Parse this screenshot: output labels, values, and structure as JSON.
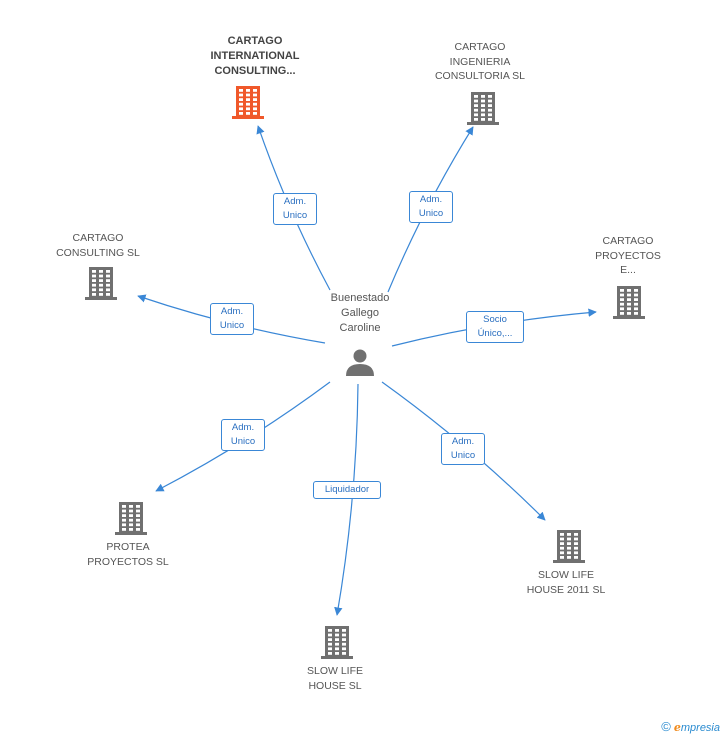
{
  "center": {
    "name": "Buenestado\nGallego\nCaroline"
  },
  "companies": [
    {
      "id": "cic",
      "name": "CARTAGO\nINTERNATIONAL\nCONSULTING...",
      "highlight": true
    },
    {
      "id": "cics",
      "name": "CARTAGO\nINGENIERIA\nCONSULTORIA SL",
      "highlight": false
    },
    {
      "id": "cc",
      "name": "CARTAGO\nCONSULTING SL",
      "highlight": false
    },
    {
      "id": "cp",
      "name": "CARTAGO\nPROYECTOS\nE...",
      "highlight": false
    },
    {
      "id": "pp",
      "name": "PROTEA\nPROYECTOS SL",
      "highlight": false
    },
    {
      "id": "slh2011",
      "name": "SLOW LIFE\nHOUSE 2011 SL",
      "highlight": false
    },
    {
      "id": "slh",
      "name": "SLOW LIFE\nHOUSE SL",
      "highlight": false
    }
  ],
  "relations": [
    {
      "to": "cic",
      "label": "Adm.\nUnico"
    },
    {
      "to": "cics",
      "label": "Adm.\nUnico"
    },
    {
      "to": "cc",
      "label": "Adm.\nUnico"
    },
    {
      "to": "cp",
      "label": "Socio\nÚnico,..."
    },
    {
      "to": "pp",
      "label": "Adm.\nUnico"
    },
    {
      "to": "slh2011",
      "label": "Adm.\nUnico"
    },
    {
      "to": "slh",
      "label": "Liquidador"
    }
  ],
  "footer": {
    "copyright": "©",
    "brand_e": "e",
    "brand_rest": "mpresia"
  },
  "colors": {
    "edge": "#3a87d6",
    "building": "#707070",
    "building_highlight": "#f0582a",
    "person": "#707070"
  }
}
